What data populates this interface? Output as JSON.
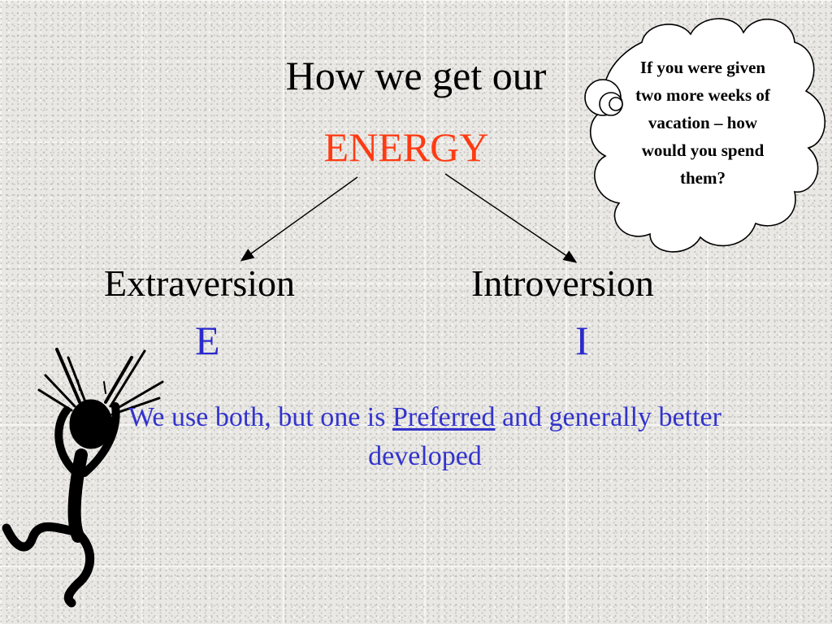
{
  "slide": {
    "title": "How we get our",
    "highlight": "ENERGY",
    "left_preference": {
      "label": "Extraversion",
      "letter": "E"
    },
    "right_preference": {
      "label": "Introversion",
      "letter": "I"
    },
    "note_before": "We use both, but one is",
    "note_emphasis": "Preferred",
    "note_after": "and generally better developed",
    "thought_bubble": "If you were given two more weeks of vacation – how would you spend them?"
  },
  "colors": {
    "highlight": "#ff3a12",
    "letters": "#2a2acb",
    "note": "#3333cc"
  },
  "icons": {
    "figure": "stressed-stick-figure-icon",
    "bubble": "thought-cloud-icon"
  }
}
